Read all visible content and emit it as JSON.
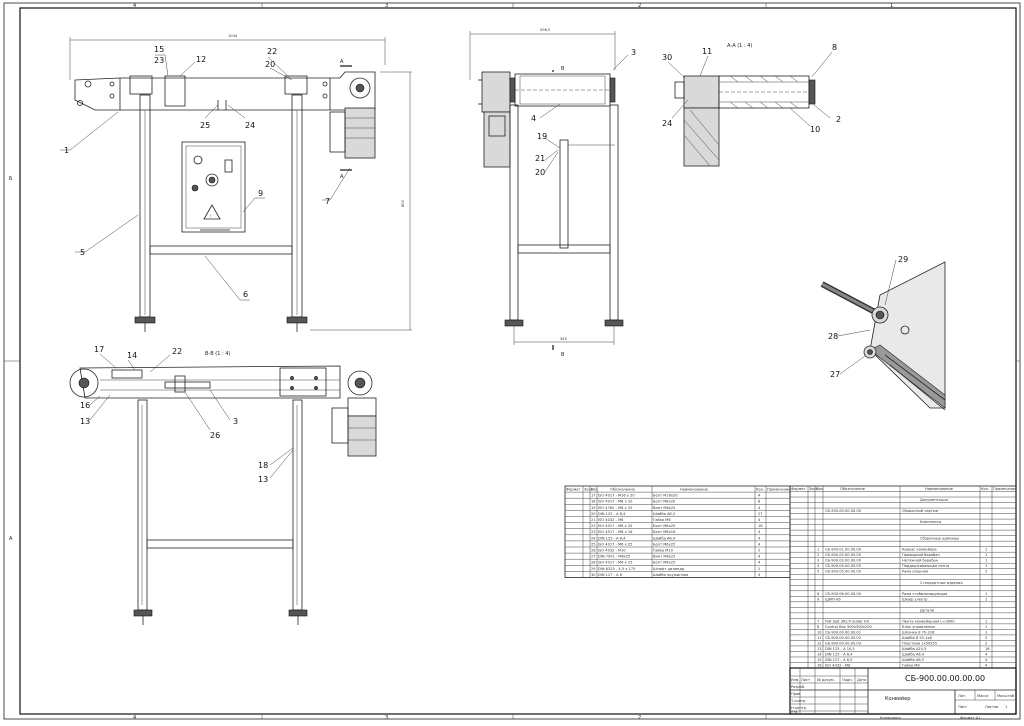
{
  "title_block": {
    "doc_number": "СБ-900.00.00.00.00",
    "title": "Конвейер",
    "bottom_left": "Копировал",
    "bottom_right": "Формат А1"
  },
  "dims": {
    "width_top": "1044",
    "width_side": "506,5",
    "height": "800",
    "base": "345"
  },
  "section_labels": {
    "aa": "А-А (1 : 4)",
    "bb": "В-В (1 : 4)",
    "a_top": "А",
    "a_bottom": "А",
    "b_top": "В",
    "b_bottom": "В"
  },
  "zone_letters": [
    "4",
    "3",
    "2",
    "1",
    "Б",
    "А"
  ],
  "parts_table": {
    "headers": [
      "Формат",
      "Зона",
      "Поз.",
      "Обозначение",
      "Наименование",
      "Кол.",
      "Примечание"
    ],
    "rows": [
      [
        "17",
        "ISO 4017 - М16 х 20",
        "Болт М16х20",
        "4"
      ],
      [
        "18",
        "ISO 4017 - М8 х 20",
        "Болт М8х20",
        "8"
      ],
      [
        "19",
        "ISO 4762 - М6 х 25",
        "Винт М6х25",
        "4"
      ],
      [
        "20",
        "DIN 125 - А 8,4",
        "Шайба А8,4",
        "27"
      ],
      [
        "21",
        "ISO 4032 - М6",
        "Гайка М6",
        "4"
      ],
      [
        "22",
        "ISO 4017 - М8 х 25",
        "Болт М8х25",
        "16"
      ],
      [
        "23",
        "ISO 4017 - М6 х 16",
        "Болт М6х16",
        "4"
      ],
      [
        "24",
        "DIN 125 - А 6,4",
        "Шайба А6,4",
        "4"
      ],
      [
        "25",
        "ISO 4017 - М6 х 25",
        "Болт М6х25",
        "4"
      ],
      [
        "26",
        "ISO 4032 - М10",
        "Гайка М10",
        "2"
      ],
      [
        "27",
        "DIN 7991 - М6х25",
        "Винт М6х25",
        "4"
      ],
      [
        "28",
        "ISO 4017 - М6 х 25",
        "Болт М6х25",
        "4"
      ],
      [
        "29",
        "DIN 6325 - 4,5 х 175",
        "Штифт цилиндр.",
        "2"
      ],
      [
        "30",
        "DIN 127 - А 6",
        "Шайба пружинная",
        "4"
      ]
    ]
  },
  "spec_table": {
    "headers": [
      "Формат",
      "Зона",
      "Поз.",
      "Обозначение",
      "Наименование",
      "Кол.",
      "Примечание"
    ],
    "sections": [
      {
        "title": "Документация",
        "rows": [
          [
            "",
            "СБ-900.00.00.00.00",
            "Сборочный чертеж",
            ""
          ]
        ]
      },
      {
        "title": "Комплексы",
        "rows": []
      },
      {
        "title": "Сборочные единицы",
        "rows": [
          [
            "1",
            "СБ-900.01.00.00.00",
            "Каркас конвейера",
            "1"
          ],
          [
            "2",
            "СБ-900.02.00.00.00",
            "Приводной барабан",
            "1"
          ],
          [
            "3",
            "СБ-900.03.00.00.00",
            "Натяжной барабан",
            "1"
          ],
          [
            "4",
            "СБ-900.04.00.00.00",
            "Поддерживающая лента",
            "1"
          ],
          [
            "5",
            "СБ-900.05.00.00.00",
            "Рама опорная",
            "2"
          ]
        ]
      },
      {
        "title": "Стандартные изделия",
        "rows": [
          [
            "6",
            "СБ-900.06.00.00.00",
            "Рама стабилизирующая",
            "1"
          ],
          [
            "9",
            "ЩМП-06",
            "Шкаф электр.",
            "1"
          ]
        ]
      },
      {
        "title": "Детали",
        "rows": [
          [
            "7",
            "Flat belt 3RL-V Sudar H3",
            "Лента конвейерная L=3000",
            "1"
          ],
          [
            "8",
            "Control Box 500х300х200",
            "Блок управления",
            "1"
          ],
          [
            "10",
            "СБ-900.00.00.00.01",
            "Шпонка 8 7h-316",
            "1"
          ],
          [
            "11",
            "СБ-900.00.00.00.02",
            "Шайба 8 20.1х8",
            "2"
          ],
          [
            "12",
            "СБ-900.00.00.00.03",
            "Пластина 1х50х55",
            "2"
          ],
          [
            "13",
            "DIN 125 - А 10,5",
            "Шайба А10,5",
            "16"
          ],
          [
            "14",
            "DIN 125 - А 6,4",
            "Шайба А6,4",
            "4"
          ],
          [
            "15",
            "DIN 127 - А 6,5",
            "Шайба А6,5",
            "4"
          ],
          [
            "16",
            "ISO 4032 - М8",
            "Гайка М8",
            "4"
          ]
        ]
      }
    ]
  },
  "stamp": {
    "rows": [
      "Изм.",
      "Лист",
      "№ докум.",
      "Подп.",
      "Дата"
    ],
    "roles": [
      "Разраб.",
      "Пров.",
      "Т.контр.",
      "Н.контр.",
      "Утв."
    ],
    "lit": "Лит.",
    "mass": "Масса",
    "scale": "Масштаб",
    "sheet": "Лист",
    "sheets": "Листов",
    "sheets_val": "1"
  },
  "callouts": {
    "front": [
      "1",
      "5",
      "6",
      "9",
      "7",
      "15",
      "23",
      "12",
      "22",
      "20",
      "25",
      "24"
    ],
    "side": [
      "3",
      "4",
      "19",
      "21",
      "20"
    ],
    "aa": [
      "30",
      "11",
      "24",
      "8",
      "10",
      "2"
    ],
    "bb": [
      "17",
      "14",
      "22",
      "16",
      "13",
      "26",
      "3",
      "18",
      "13"
    ],
    "detail": [
      "29",
      "28",
      "27"
    ]
  }
}
